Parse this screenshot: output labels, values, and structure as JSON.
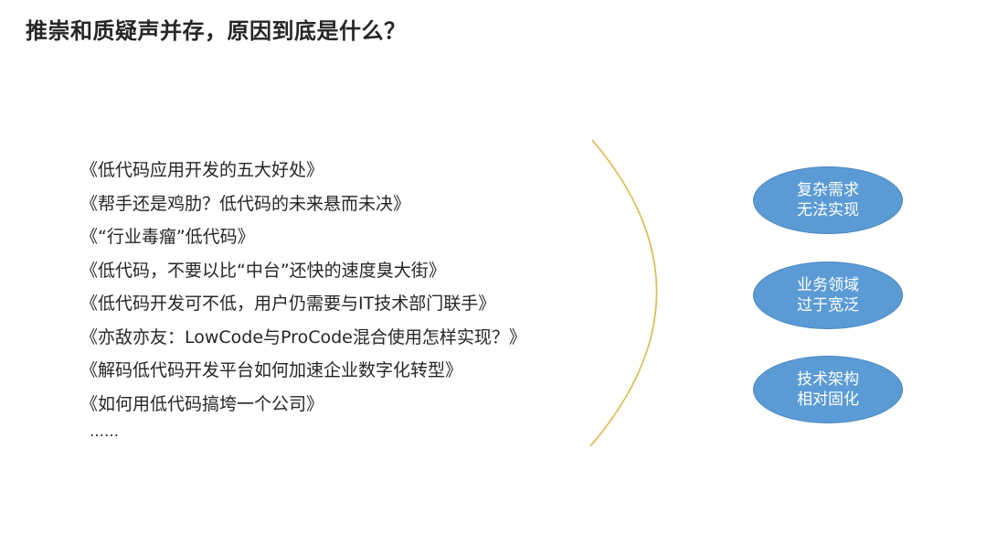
{
  "slide": {
    "title": "推崇和质疑声并存，原因到底是什么？"
  },
  "articles": [
    "《低代码应用开发的五大好处》",
    "《帮手还是鸡肋？低代码的未来悬而未决》",
    "《“行业毒瘤”低代码》",
    "《低代码，不要以比“中台”还快的速度臭大街》",
    "《低代码开发可不低，用户仍需要与IT技术部门联手》",
    "《亦敌亦友：LowCode与ProCode混合使用怎样实现？》",
    "《解码低代码开发平台如何加速企业数字化转型》",
    "《如何用低代码搞垮一个公司》"
  ],
  "ellipsis": "……",
  "reasons": [
    {
      "line1": "复杂需求",
      "line2": "无法实现"
    },
    {
      "line1": "业务领域",
      "line2": "过于宽泛"
    },
    {
      "line1": "技术架构",
      "line2": "相对固化"
    }
  ],
  "colors": {
    "bubble_fill": "#5b9bd5",
    "arc_stroke": "#e0b84a",
    "text": "#262626"
  }
}
